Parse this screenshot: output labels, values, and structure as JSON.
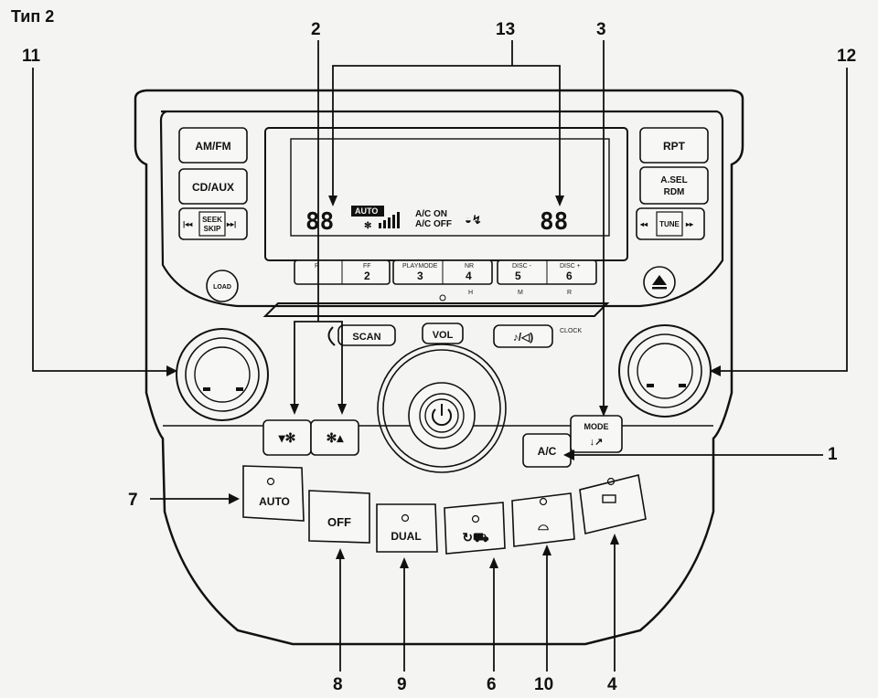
{
  "title": "Тип 2",
  "callouts": {
    "n1": "1",
    "n2": "2",
    "n3": "3",
    "n4": "4",
    "n6": "6",
    "n7": "7",
    "n8": "8",
    "n9": "9",
    "n10": "10",
    "n11": "11",
    "n12": "12",
    "n13": "13"
  },
  "buttons": {
    "amfm": "AM/FM",
    "cdaux": "CD/AUX",
    "seek_top": "SEEK",
    "seek_bottom": "SKIP",
    "rpt": "RPT",
    "asel_top": "A.SEL",
    "asel_bottom": "RDM",
    "tune": "TUNE",
    "load": "LOAD",
    "scan": "SCAN",
    "vol": "VOL",
    "clock": "CLOCK",
    "ac": "A/C",
    "mode": "MODE",
    "auto": "AUTO",
    "off": "OFF",
    "dual": "DUAL"
  },
  "presets": {
    "p1_top": "R",
    "p1_num": "",
    "p2_top": "FF",
    "p2_num": "2",
    "p3_top": "PLAYMODE",
    "p3_num": "3",
    "p4_top": "NR",
    "p4_num": "4",
    "p5_top": "DISC -",
    "p5_num": "5",
    "p6_top": "DISC +",
    "p6_num": "6"
  },
  "under_preset": {
    "h": "H",
    "m": "M",
    "r": "R"
  },
  "display": {
    "left_digits": "88",
    "auto_badge": "AUTO",
    "ac_on": "A/C ON",
    "ac_off": "A/C OFF",
    "right_digits": "88"
  },
  "colors": {
    "ink": "#111111",
    "paper": "#f4f4f2",
    "panel": "#f7f7f5"
  },
  "icons": [
    "fan-down-icon",
    "fan-up-icon",
    "recirculation-icon",
    "front-defrost-icon",
    "rear-defrost-icon",
    "eject-icon",
    "power-icon",
    "sound-icon"
  ]
}
